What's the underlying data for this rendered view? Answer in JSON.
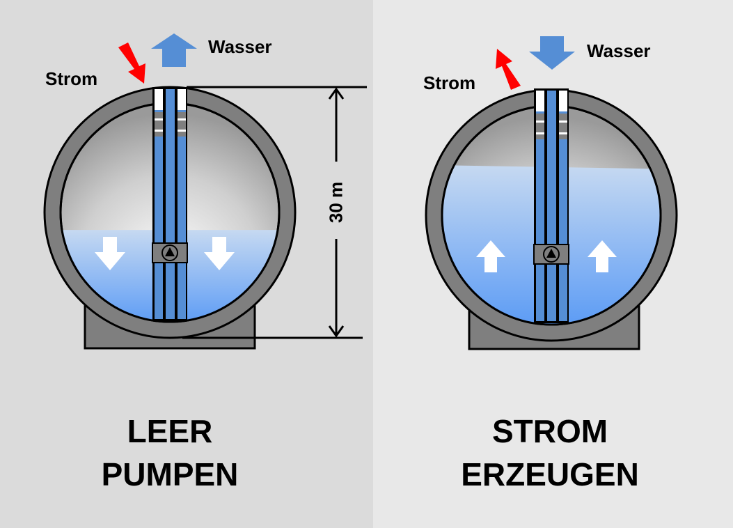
{
  "left": {
    "strom_label": "Strom",
    "wasser_label": "Wasser",
    "caption_line1": "LEER",
    "caption_line2": "PUMPEN",
    "water_level": 0.42,
    "flow_direction": "down",
    "strom_arrow_direction": "in",
    "wasser_arrow_direction": "out"
  },
  "right": {
    "strom_label": "Strom",
    "wasser_label": "Wasser",
    "caption_line1": "STROM",
    "caption_line2": "ERZEUGEN",
    "water_level": 0.72,
    "flow_direction": "up",
    "strom_arrow_direction": "out",
    "wasser_arrow_direction": "in"
  },
  "dimension_label": "30 m",
  "colors": {
    "strom_arrow": "#ff0000",
    "wasser_arrow": "#558ed5",
    "pipe_blue": "#558ed5",
    "sphere_shell": "#7f7f7f",
    "water_top": "#c6d9f1",
    "water_bottom": "#5b9bf5"
  }
}
